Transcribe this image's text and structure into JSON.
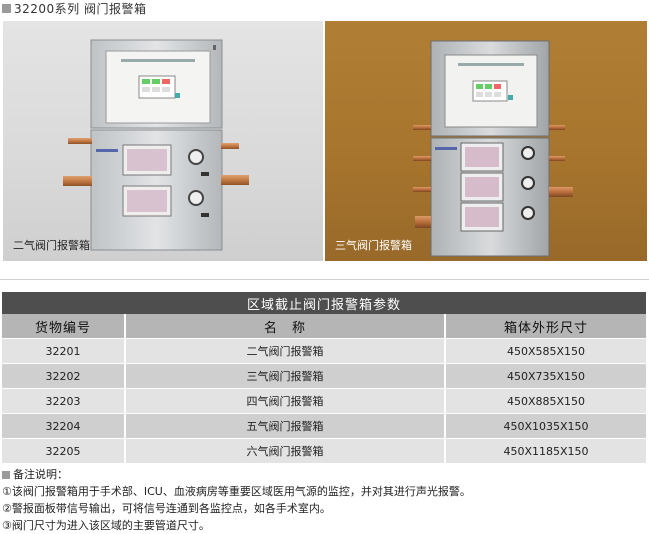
{
  "header": {
    "title": "32200系列  阀门报警箱"
  },
  "photos": [
    {
      "caption": "二气阀门报警箱"
    },
    {
      "caption": "三气阀门报警箱"
    }
  ],
  "table": {
    "title": "区域截止阀门报警箱参数",
    "columns": [
      "货物编号",
      "名　称",
      "箱体外形尺寸"
    ],
    "rows": [
      [
        "32201",
        "二气阀门报警箱",
        "450X585X150"
      ],
      [
        "32202",
        "三气阀门报警箱",
        "450X735X150"
      ],
      [
        "32203",
        "四气阀门报警箱",
        "450X885X150"
      ],
      [
        "32204",
        "五气阀门报警箱",
        "450X1035X150"
      ],
      [
        "32205",
        "六气阀门报警箱",
        "450X1185X150"
      ]
    ]
  },
  "notes": {
    "heading": "备注说明：",
    "items": [
      "①该阀门报警箱用于手术部、ICU、血液病房等重要区域医用气源的监控，并对其进行声光报警。",
      "②警报面板带信号输出，可将信号连通到各监控点，如各手术室内。",
      "③阀门尺寸为进入该区域的主要管道尺寸。"
    ]
  },
  "colors": {
    "left_bg": "#dcdcdc",
    "right_bg": "#a8762e",
    "table_header": "#4e4e4e",
    "col_header": "#b5b5b5",
    "row_light": "#e3e3e3",
    "row_dark": "#cfcfcf"
  }
}
